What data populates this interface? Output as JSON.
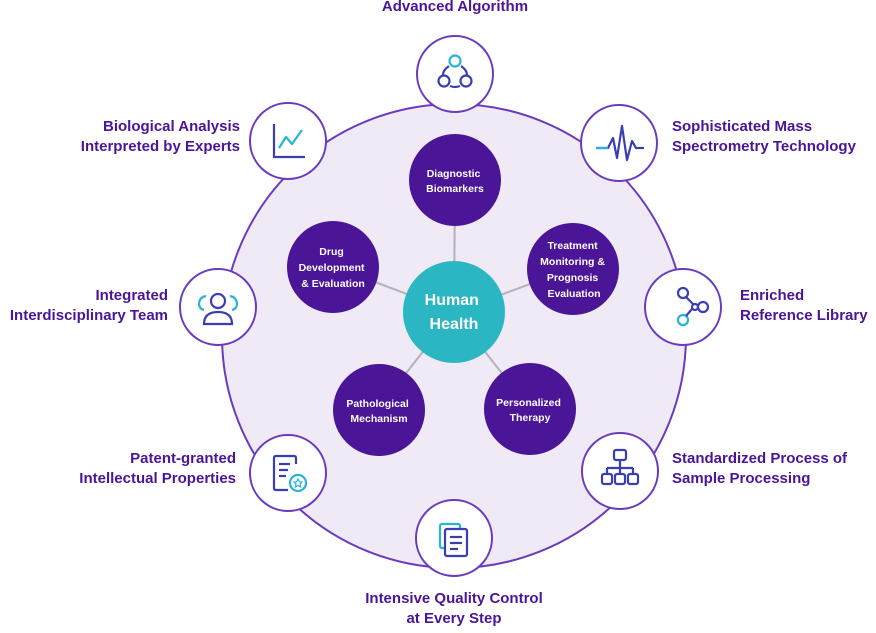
{
  "center": {
    "lines": [
      "Human",
      "Health"
    ]
  },
  "inner_nodes": [
    {
      "lines": [
        "Diagnostic",
        "Biomarkers"
      ]
    },
    {
      "lines": [
        "Treatment",
        "Monitoring &",
        "Prognosis",
        "Evaluation"
      ]
    },
    {
      "lines": [
        "Personalized",
        "Therapy"
      ]
    },
    {
      "lines": [
        "Pathological",
        "Mechanism"
      ]
    },
    {
      "lines": [
        "Drug",
        "Development",
        "& Evaluation"
      ]
    }
  ],
  "outer_nodes": [
    {
      "icon": "network-nodes-icon",
      "lines": [
        "Advanced Algorithm"
      ]
    },
    {
      "icon": "waveform-icon",
      "lines": [
        "Sophisticated Mass",
        "Spectrometry Technology"
      ]
    },
    {
      "icon": "molecule-icon",
      "lines": [
        "Enriched",
        "Reference Library"
      ]
    },
    {
      "icon": "hierarchy-icon",
      "lines": [
        "Standardized Process of",
        "Sample Processing"
      ]
    },
    {
      "icon": "documents-icon",
      "lines": [
        "Intensive Quality Control",
        "at Every Step"
      ]
    },
    {
      "icon": "certificate-icon",
      "lines": [
        "Patent-granted",
        "Intellectual Properties"
      ]
    },
    {
      "icon": "team-icon",
      "lines": [
        "Integrated",
        "Interdisciplinary Team"
      ]
    },
    {
      "icon": "line-chart-icon",
      "lines": [
        "Biological Analysis",
        "Interpreted by Experts"
      ]
    }
  ],
  "colors": {
    "big_circle_fill": "#efeaf6",
    "big_circle_stroke": "#6b3bbd",
    "inner_node": "#4a1596",
    "center_node": "#2ab7c3",
    "connector": "#b4b0bc",
    "icon_primary": "#3a3fae",
    "icon_accent": "#29b3d6",
    "label": "#4a1596"
  }
}
